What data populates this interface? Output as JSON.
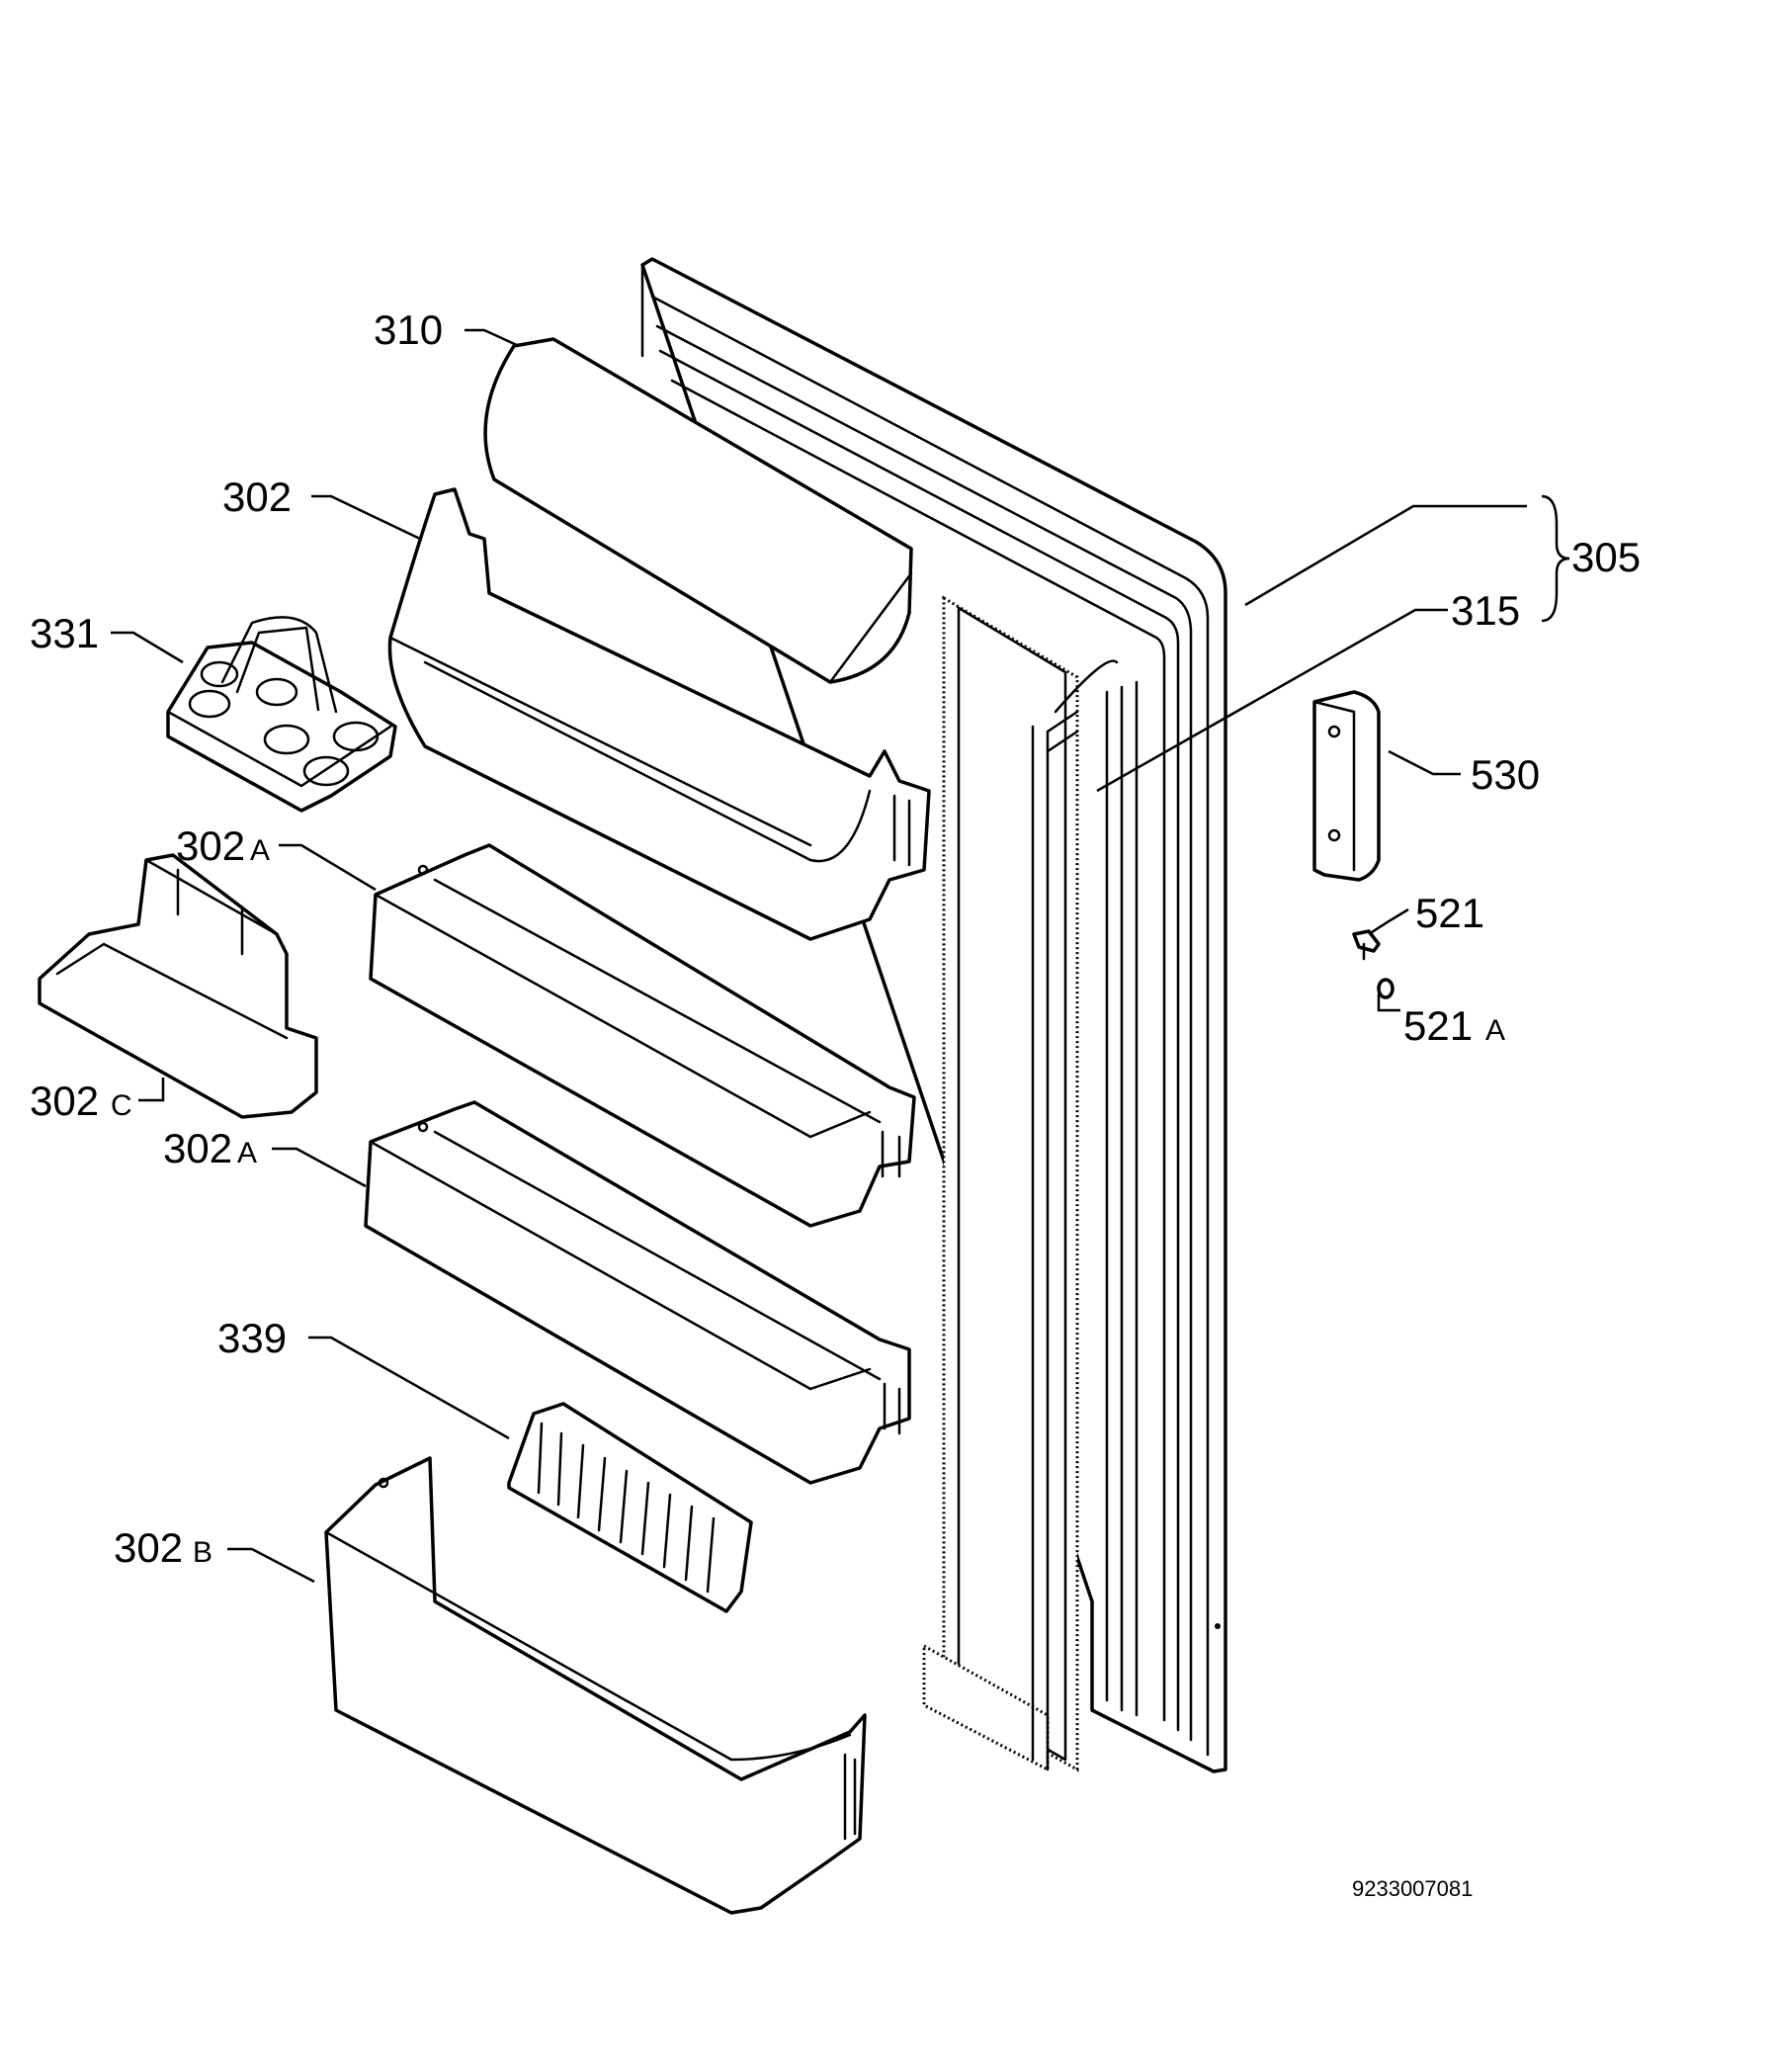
{
  "labels": {
    "l310": "310",
    "l302": "302",
    "l331": "331",
    "l302a_1_num": "302",
    "l302a_1_suf": "A",
    "l302c_num": "302",
    "l302c_suf": "C",
    "l302a_2_num": "302",
    "l302a_2_suf": "A",
    "l339": "339",
    "l302b_num": "302",
    "l302b_suf": "B",
    "l305": "305",
    "l315": "315",
    "l530": "530",
    "l521": "521",
    "l521a_num": "521",
    "l521a_suf": "A"
  },
  "reference_number": "9233007081",
  "parts": [
    {
      "id": "310",
      "name": "shelf-flap"
    },
    {
      "id": "302",
      "name": "door-shelf"
    },
    {
      "id": "331",
      "name": "egg-holder"
    },
    {
      "id": "302A",
      "name": "bottle-shelf"
    },
    {
      "id": "302C",
      "name": "small-shelf"
    },
    {
      "id": "339",
      "name": "bottle-retainer"
    },
    {
      "id": "302B",
      "name": "bottom-shelf"
    },
    {
      "id": "305",
      "name": "door-assembly"
    },
    {
      "id": "315",
      "name": "door-gasket"
    },
    {
      "id": "530",
      "name": "handle"
    },
    {
      "id": "521",
      "name": "screw"
    },
    {
      "id": "521A",
      "name": "washer"
    }
  ]
}
